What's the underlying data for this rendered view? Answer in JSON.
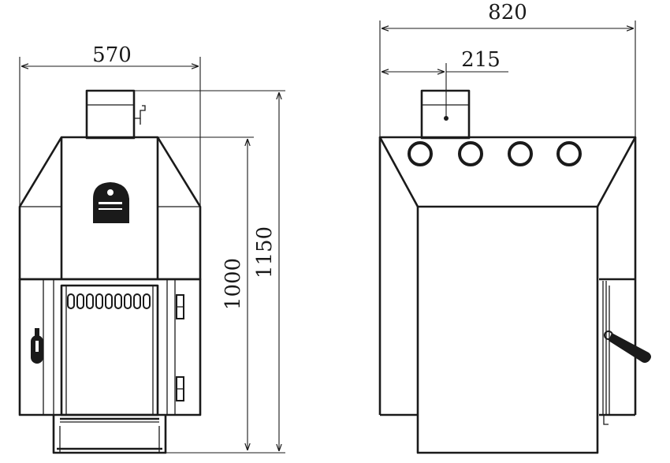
{
  "dimensions": {
    "front_width": "570",
    "side_width": "820",
    "flue_offset": "215",
    "body_height": "1000",
    "total_height": "1150"
  },
  "colors": {
    "line": "#1a1a1a",
    "background": "#ffffff"
  }
}
